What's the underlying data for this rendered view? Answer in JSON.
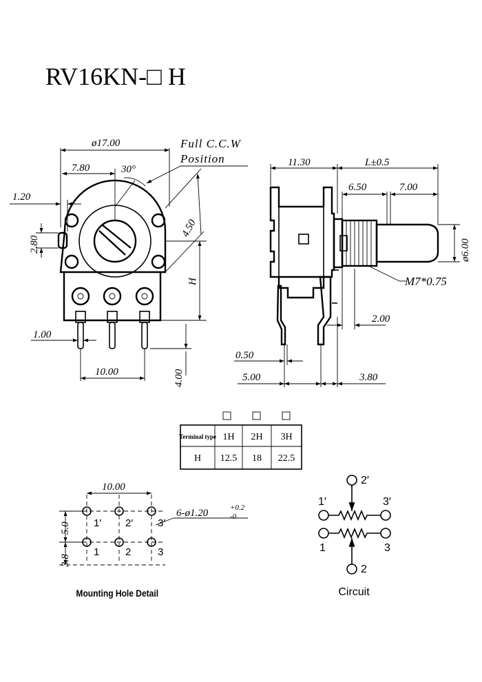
{
  "title": "RV16KN-□ H",
  "front": {
    "dia": "ø17.00",
    "w780": "7.80",
    "angle": "30°",
    "w120": "1.20",
    "w280": "2.80",
    "w450": "4.50",
    "h": "H",
    "w100": "1.00",
    "w1000": "10.00",
    "w400": "4.00",
    "note1": "Full C.C.W",
    "note2": "Position"
  },
  "side": {
    "w1130": "11.30",
    "l": "L±0.5",
    "w650": "6.50",
    "w700": "7.00",
    "d600": "ø6.00",
    "thread": "M7*0.75",
    "w200": "2.00",
    "w050": "0.50",
    "w500": "5.00",
    "w380": "3.80"
  },
  "table": {
    "header": [
      "Terminal type",
      "1H",
      "2H",
      "3H"
    ],
    "row": [
      "H",
      "12.5",
      "18",
      "22.5"
    ]
  },
  "mounting": {
    "caption": "Mounting Hole Detail",
    "w1000": "10.00",
    "v50": "5.0",
    "v38": "3.8",
    "holes": "6-ø1.20",
    "tol_up": "+0.2",
    "tol_dn": "-0",
    "top_labels": [
      "1′",
      "2′",
      "3′"
    ],
    "bot_labels": [
      "1",
      "2",
      "3"
    ]
  },
  "circuit": {
    "caption": "Circuit",
    "p2a": "2′",
    "p1a": "1′",
    "p3a": "3′",
    "p1": "1",
    "p3": "3",
    "p2": "2"
  }
}
